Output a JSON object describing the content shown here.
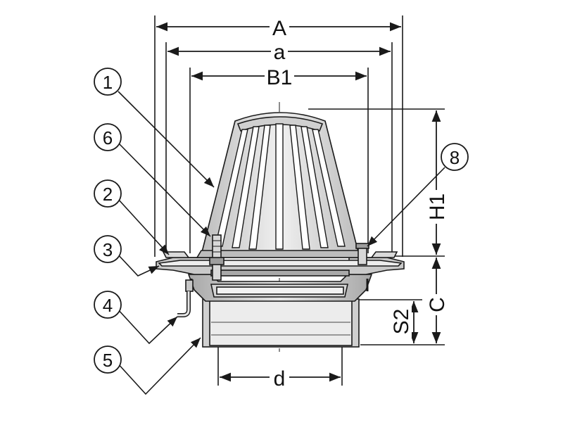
{
  "dimensions": {
    "A": "A",
    "a": "a",
    "B1": "B1",
    "H1": "H1",
    "C": "C",
    "S2": "S2",
    "d": "d"
  },
  "callouts": [
    "1",
    "6",
    "2",
    "3",
    "4",
    "5",
    "8"
  ],
  "colors": {
    "line": "#1a1a1a",
    "fill_light": "#e3e3e3",
    "fill_mid": "#c4c4c4",
    "fill_dark": "#9a9a9a"
  }
}
